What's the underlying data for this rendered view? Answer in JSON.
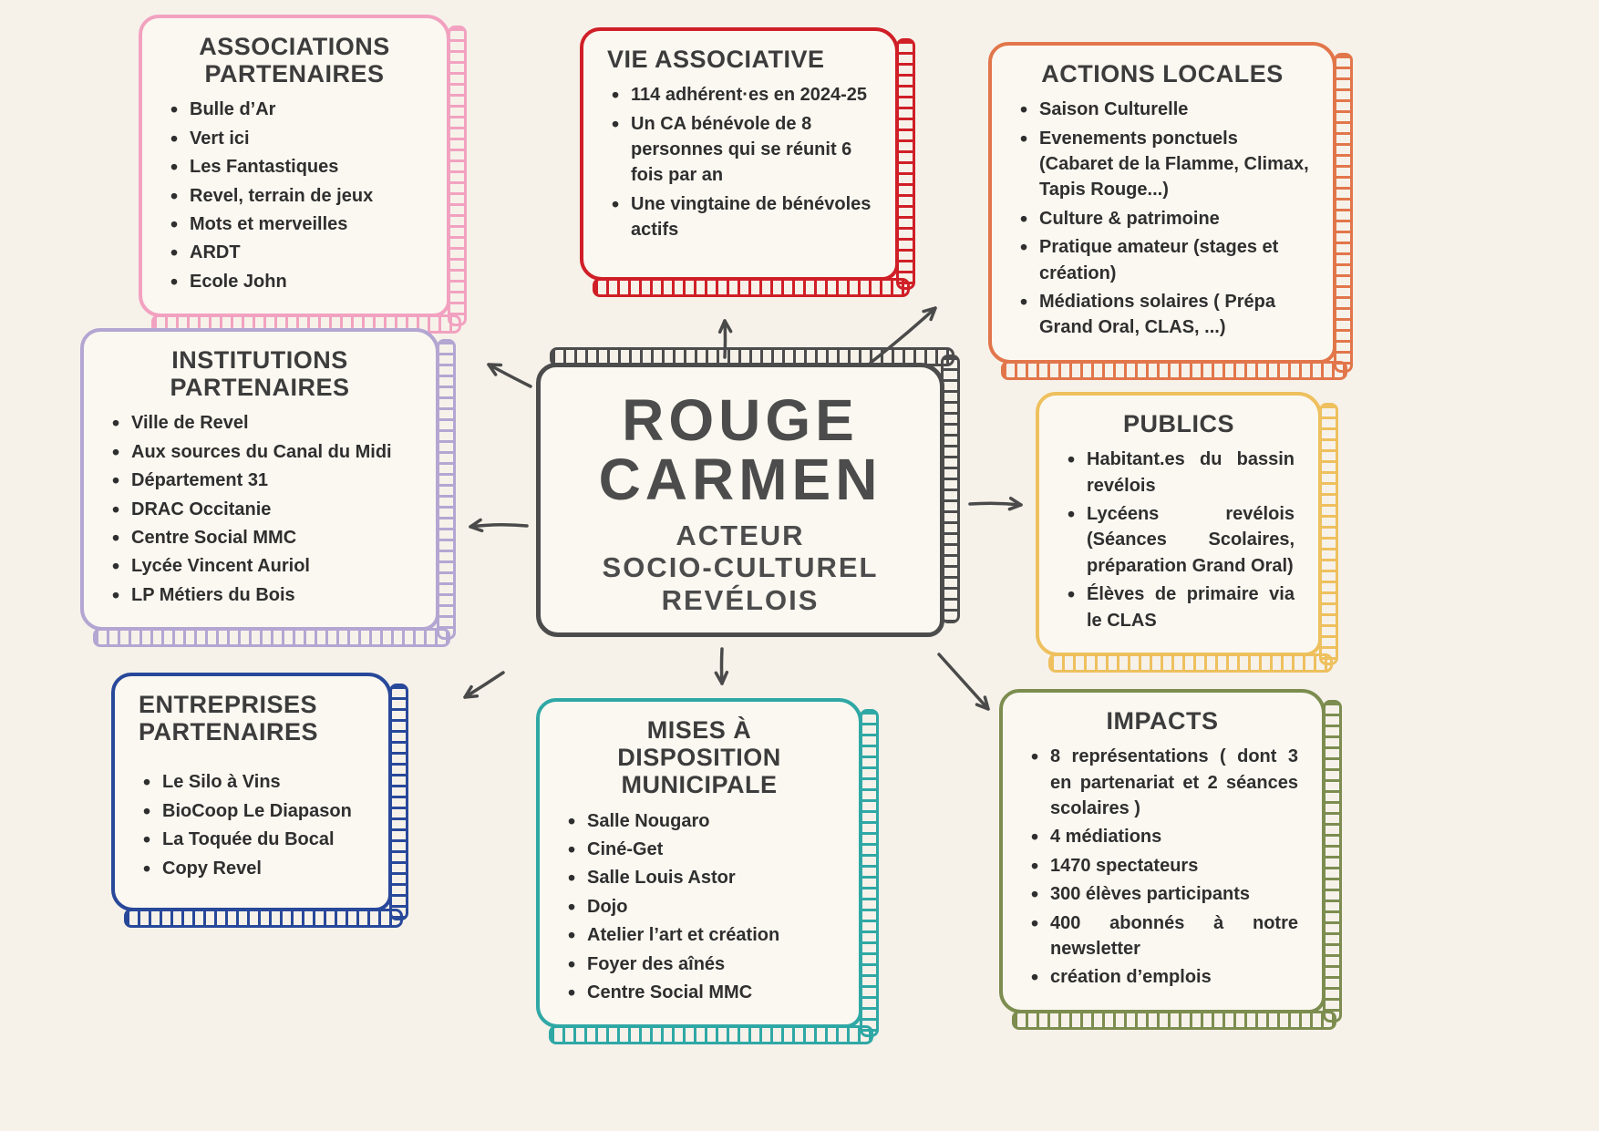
{
  "colors": {
    "background": "#f6f2ea",
    "box_fill": "#fbf8f1",
    "ink": "#2f2f2f",
    "title": "#3c3c3c",
    "arrow": "#4a4a4a"
  },
  "center": {
    "title": "ROUGE\nCARMEN",
    "subtitle": "ACTEUR\nSOCIO-CULTUREL\nREVÉLOIS",
    "color": "#4c4c4c"
  },
  "boxes": [
    {
      "id": "associations-partenaires",
      "title": "ASSOCIATIONS\nPARTENAIRES",
      "color": "#f2a2c0",
      "items": [
        "Bulle d’Ar",
        "Vert ici",
        "Les Fantastiques",
        "Revel, terrain de jeux",
        "Mots et merveilles",
        "ARDT",
        "Ecole John"
      ]
    },
    {
      "id": "vie-associative",
      "title": "VIE ASSOCIATIVE",
      "color": "#d01f27",
      "items": [
        "114 adhérent·es en 2024-25",
        "Un CA bénévole de 8 personnes qui se réunit 6 fois par an",
        "Une vingtaine de bénévoles actifs"
      ]
    },
    {
      "id": "actions-locales",
      "title": "ACTIONS LOCALES",
      "color": "#e2764b",
      "items": [
        "Saison Culturelle",
        "Evenements ponctuels (Cabaret de la Flamme, Climax, Tapis Rouge...)",
        "Culture & patrimoine",
        "Pratique amateur (stages et création)",
        "Médiations solaires ( Prépa Grand Oral, CLAS, ...)"
      ]
    },
    {
      "id": "institutions-partenaires",
      "title": "INSTITUTIONS\nPARTENAIRES",
      "color": "#b4a6d2",
      "items": [
        "Ville de Revel",
        "Aux sources du Canal du Midi",
        "Département 31",
        "DRAC Occitanie",
        "Centre Social MMC",
        "Lycée Vincent Auriol",
        "LP Métiers du Bois"
      ]
    },
    {
      "id": "publics",
      "title": "PUBLICS",
      "color": "#eec05e",
      "items": [
        "Habitant.es du bassin revélois",
        "Lycéens revélois (Séances Scolaires, préparation Grand Oral)",
        "Élèves de primaire via le CLAS"
      ]
    },
    {
      "id": "entreprises-partenaires",
      "title": "ENTREPRISES\nPARTENAIRES",
      "color": "#28489a",
      "items": [
        "Le Silo à Vins",
        "BioCoop Le Diapason",
        "La Toquée du Bocal",
        "Copy Revel"
      ]
    },
    {
      "id": "mises-a-disposition-municipale",
      "title": "MISES À DISPOSITION\nMUNICIPALE",
      "color": "#2fa8a5",
      "items": [
        "Salle Nougaro",
        "Ciné-Get",
        "Salle Louis Astor",
        "Dojo",
        "Atelier l’art et création",
        "Foyer des aînés",
        "Centre Social MMC"
      ]
    },
    {
      "id": "impacts",
      "title": "IMPACTS",
      "color": "#7c8d4f",
      "items": [
        "8 représentations ( dont 3 en partenariat et 2 séances scolaires )",
        "4 médiations",
        "1470 spectateurs",
        "300 élèves participants",
        "400 abonnés à notre newsletter",
        "création d’emplois"
      ]
    }
  ]
}
